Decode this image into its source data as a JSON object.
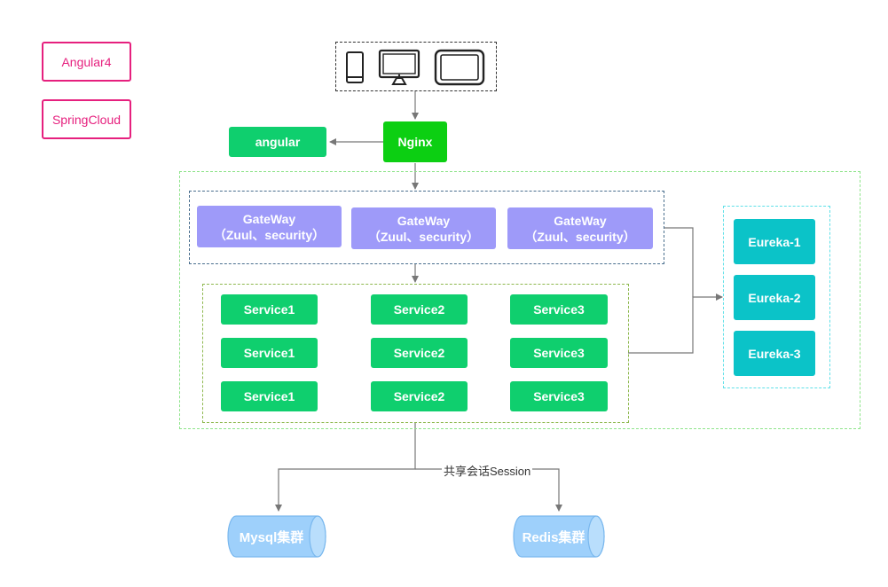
{
  "legend": {
    "angular": "Angular4",
    "springcloud": "SpringCloud"
  },
  "devices": {
    "phone_icon": "phone-icon",
    "desktop_icon": "desktop-monitor-icon",
    "tablet_icon": "tablet-icon"
  },
  "nodes": {
    "nginx": "Nginx",
    "angular": "angular",
    "gateway_title": "GateWay",
    "gateway_sub": "（Zuul、security）",
    "service1": "Service1",
    "service2": "Service2",
    "service3": "Service3",
    "eureka1": "Eureka-1",
    "eureka2": "Eureka-2",
    "eureka3": "Eureka-3",
    "mysql": "Mysql集群",
    "redis": "Redis集群"
  },
  "edges": {
    "session_label": "共享会话Session"
  },
  "colors": {
    "legend_pink": "#e6207e",
    "service_green": "#0fcf6e",
    "nginx_green": "#0ccf12",
    "gateway_purple": "#9e9af9",
    "eureka_teal": "#0bc3c8",
    "db_blue": "#9ed0fb",
    "connector_gray": "#777777"
  }
}
